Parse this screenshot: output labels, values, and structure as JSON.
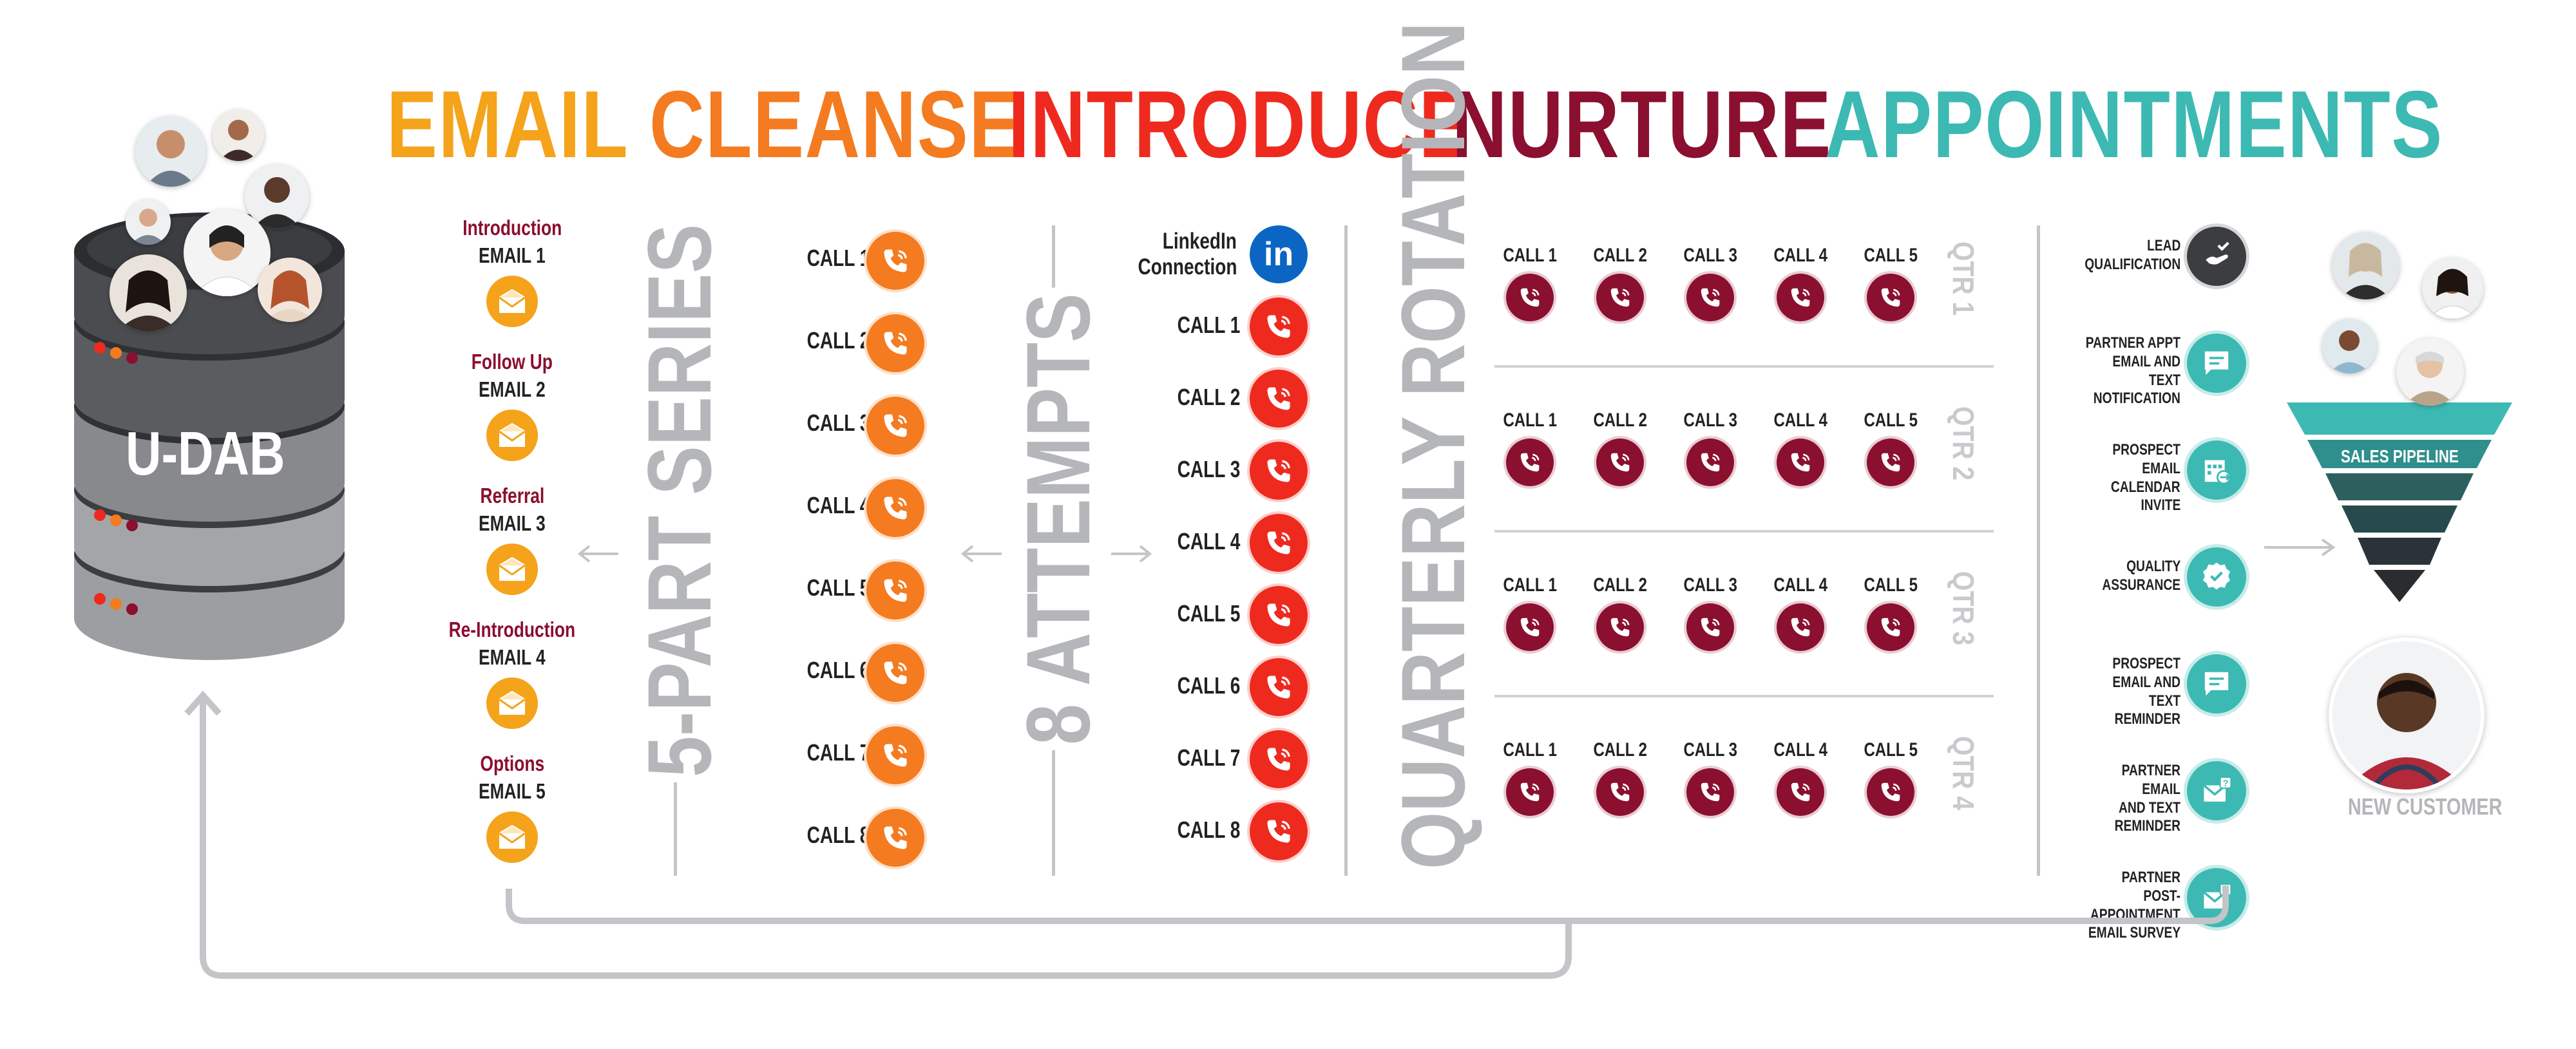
{
  "stages": {
    "email": "EMAIL",
    "cleanse": "CLEANSE",
    "introduce": "INTRODUCE",
    "nurture": "NURTURE",
    "appointments": "APPOINTMENTS"
  },
  "colors": {
    "email": "#f4a31b",
    "cleanse": "#f47b20",
    "introduce": "#ee2a1f",
    "nurture": "#8b0f2e",
    "appointments": "#3db9b3",
    "gray_text": "#b4b6b9"
  },
  "database": {
    "label": "U-DAB"
  },
  "emails": [
    {
      "title": "Introduction",
      "sub": "EMAIL 1"
    },
    {
      "title": "Follow Up",
      "sub": "EMAIL 2"
    },
    {
      "title": "Referral",
      "sub": "EMAIL 3"
    },
    {
      "title": "Re-Introduction",
      "sub": "EMAIL 4"
    },
    {
      "title": "Options",
      "sub": "EMAIL 5"
    }
  ],
  "series_label": "5-PART SERIES",
  "cleanse_calls": [
    "CALL 1",
    "CALL 2",
    "CALL 3",
    "CALL 4",
    "CALL 5",
    "CALL 6",
    "CALL 7",
    "CALL 8"
  ],
  "attempts_label": "8 ATTEMPTS",
  "linkedin": {
    "label_line1": "LinkedIn",
    "label_line2": "Connection",
    "icon": "in"
  },
  "introduce_calls": [
    "CALL 1",
    "CALL 2",
    "CALL 3",
    "CALL 4",
    "CALL 5",
    "CALL 6",
    "CALL 7",
    "CALL 8"
  ],
  "rotation_label": "QUARTERLY ROTATION",
  "quarters": [
    {
      "label": "QTR 1",
      "calls": [
        "CALL 1",
        "CALL 2",
        "CALL 3",
        "CALL 4",
        "CALL 5"
      ]
    },
    {
      "label": "QTR 2",
      "calls": [
        "CALL 1",
        "CALL 2",
        "CALL 3",
        "CALL 4",
        "CALL 5"
      ]
    },
    {
      "label": "QTR 3",
      "calls": [
        "CALL 1",
        "CALL 2",
        "CALL 3",
        "CALL 4",
        "CALL 5"
      ]
    },
    {
      "label": "QTR 4",
      "calls": [
        "CALL 1",
        "CALL 2",
        "CALL 3",
        "CALL 4",
        "CALL 5"
      ]
    }
  ],
  "appointment_steps": [
    {
      "lines": [
        "LEAD",
        "QUALIFICATION"
      ],
      "icon": "handshake-icon"
    },
    {
      "lines": [
        "PARTNER APPT",
        "EMAIL AND TEXT",
        "NOTIFICATION"
      ],
      "icon": "message-icon"
    },
    {
      "lines": [
        "PROSPECT EMAIL",
        "CALENDAR",
        "INVITE"
      ],
      "icon": "calendar-icon"
    },
    {
      "lines": [
        "QUALITY",
        "ASSURANCE"
      ],
      "icon": "quality-badge-icon"
    },
    {
      "lines": [
        "PROSPECT",
        "EMAIL AND TEXT",
        "REMINDER"
      ],
      "icon": "message-icon"
    },
    {
      "lines": [
        "PARTNER EMAIL",
        "AND TEXT",
        "REMINDER"
      ],
      "icon": "mail-question-icon"
    },
    {
      "lines": [
        "PARTNER POST-",
        "APPOINTMENT",
        "EMAIL SURVEY"
      ],
      "icon": "mail-question-icon"
    }
  ],
  "pipeline": {
    "label": "SALES PIPELINE"
  },
  "customer": {
    "label": "NEW CUSTOMER"
  }
}
